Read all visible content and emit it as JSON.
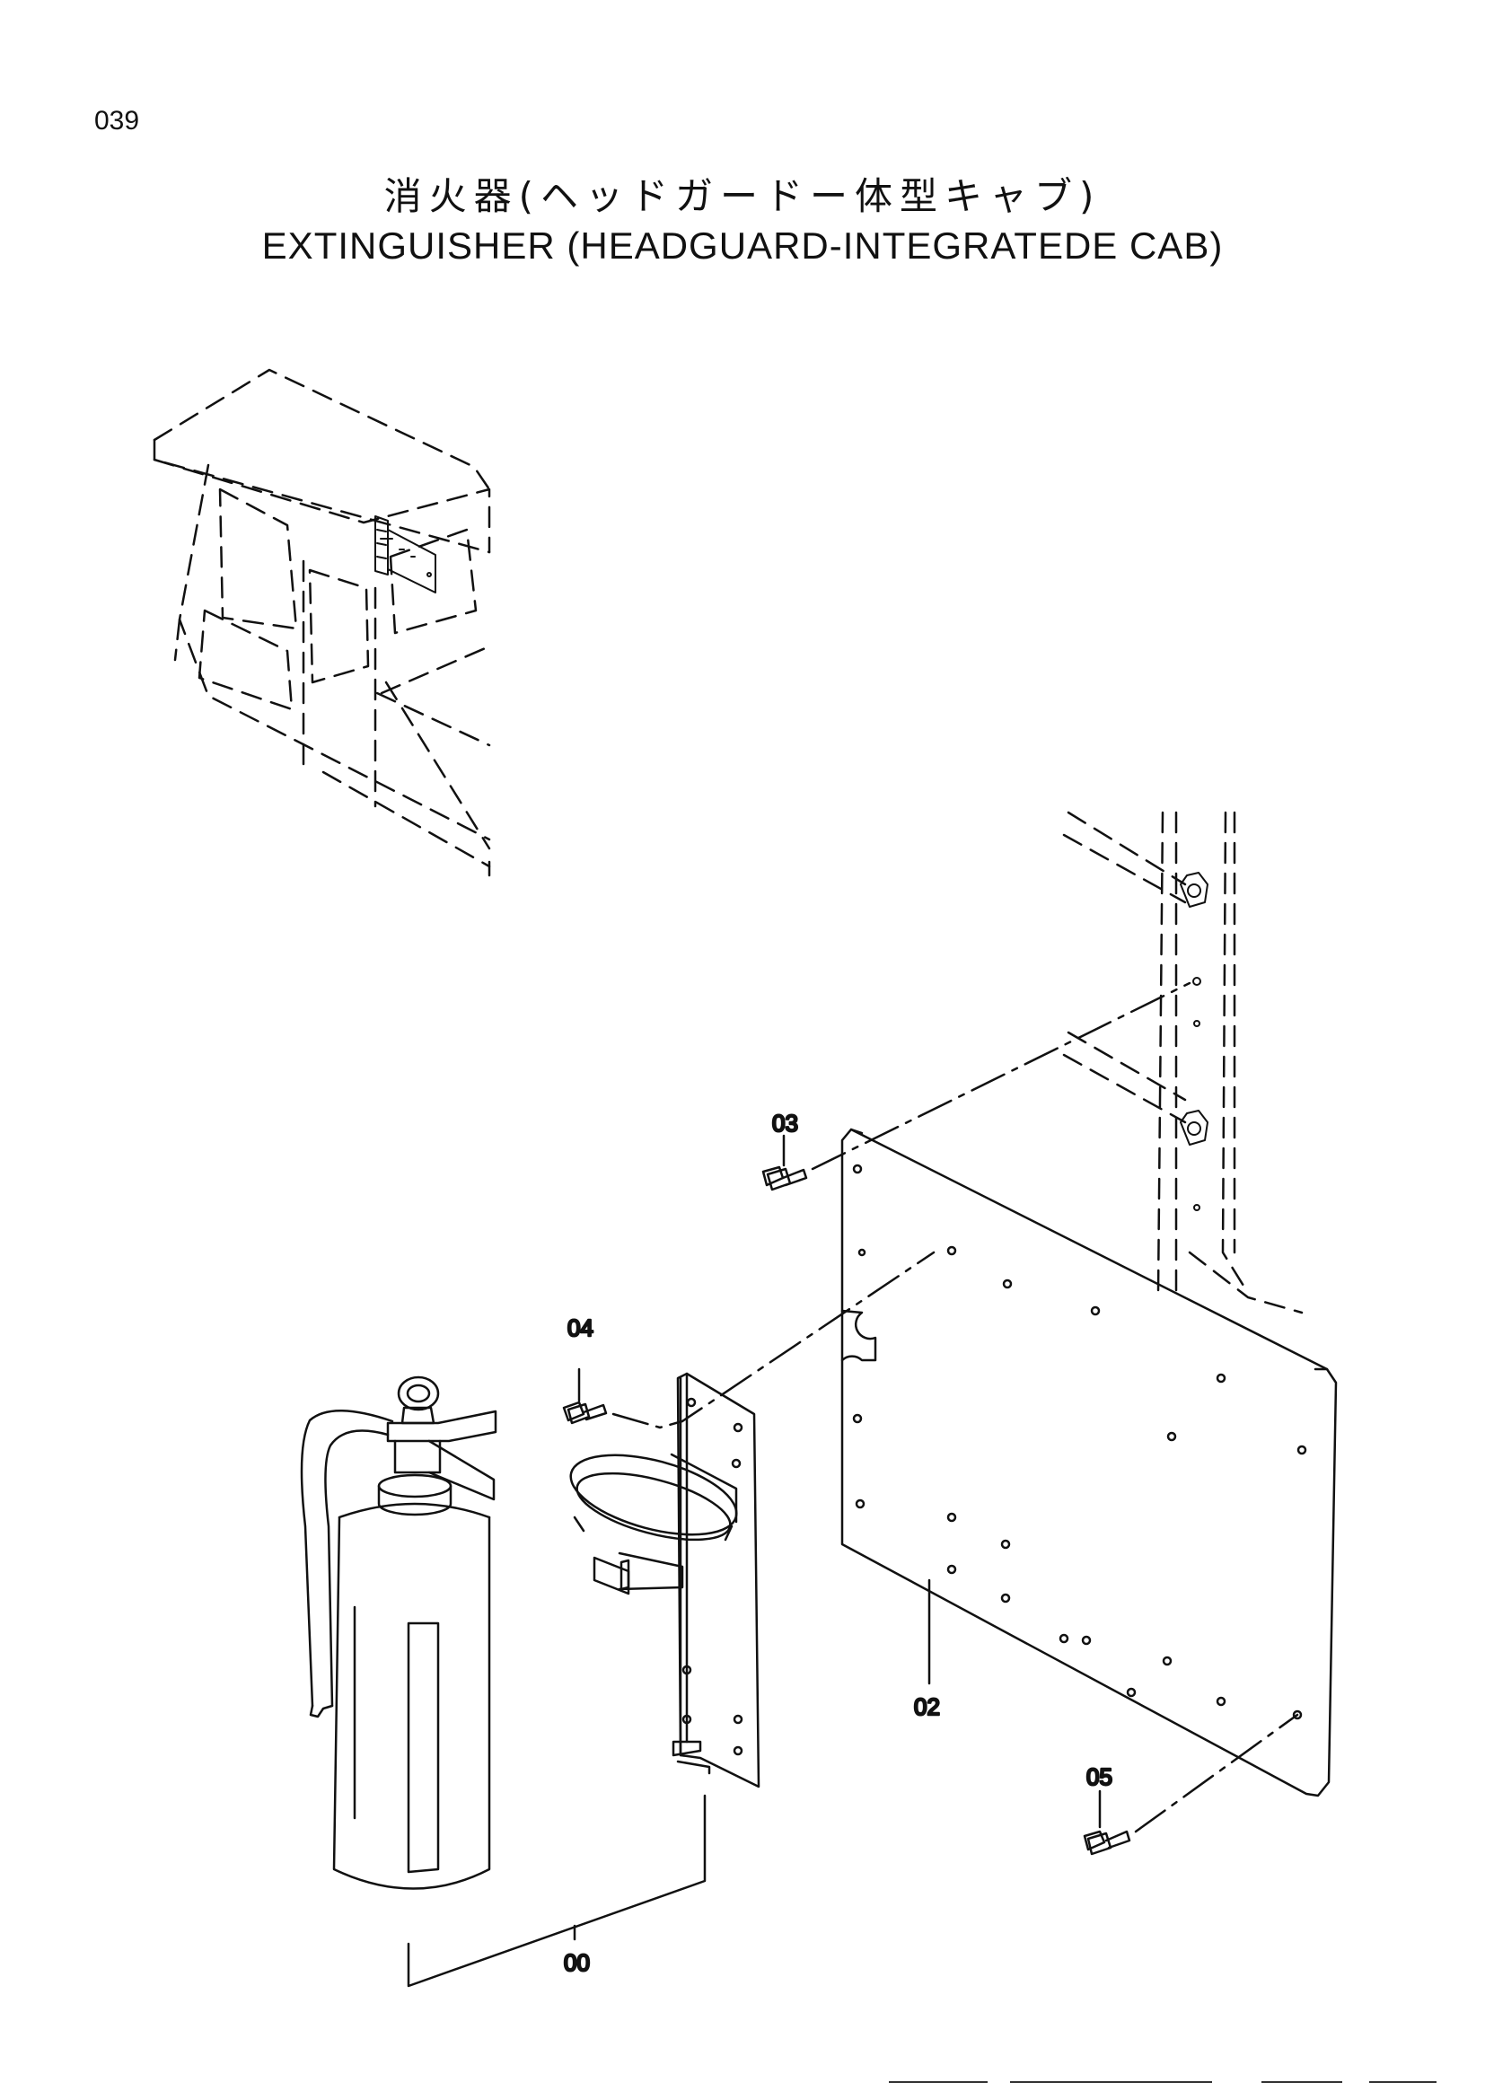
{
  "header": {
    "page_number": "039",
    "title_ja": "消火器(ヘッドガードー体型キャブ)",
    "title_en": "EXTINGUISHER (HEADGUARD-INTEGRATEDE CAB)"
  },
  "callouts": {
    "extinguisher_assy": "00",
    "plate": "02",
    "bolt_plate": "03",
    "bolt_bracket": "04",
    "bolt_lower": "05"
  },
  "colors": {
    "ink": "#111111",
    "paper": "#ffffff"
  }
}
